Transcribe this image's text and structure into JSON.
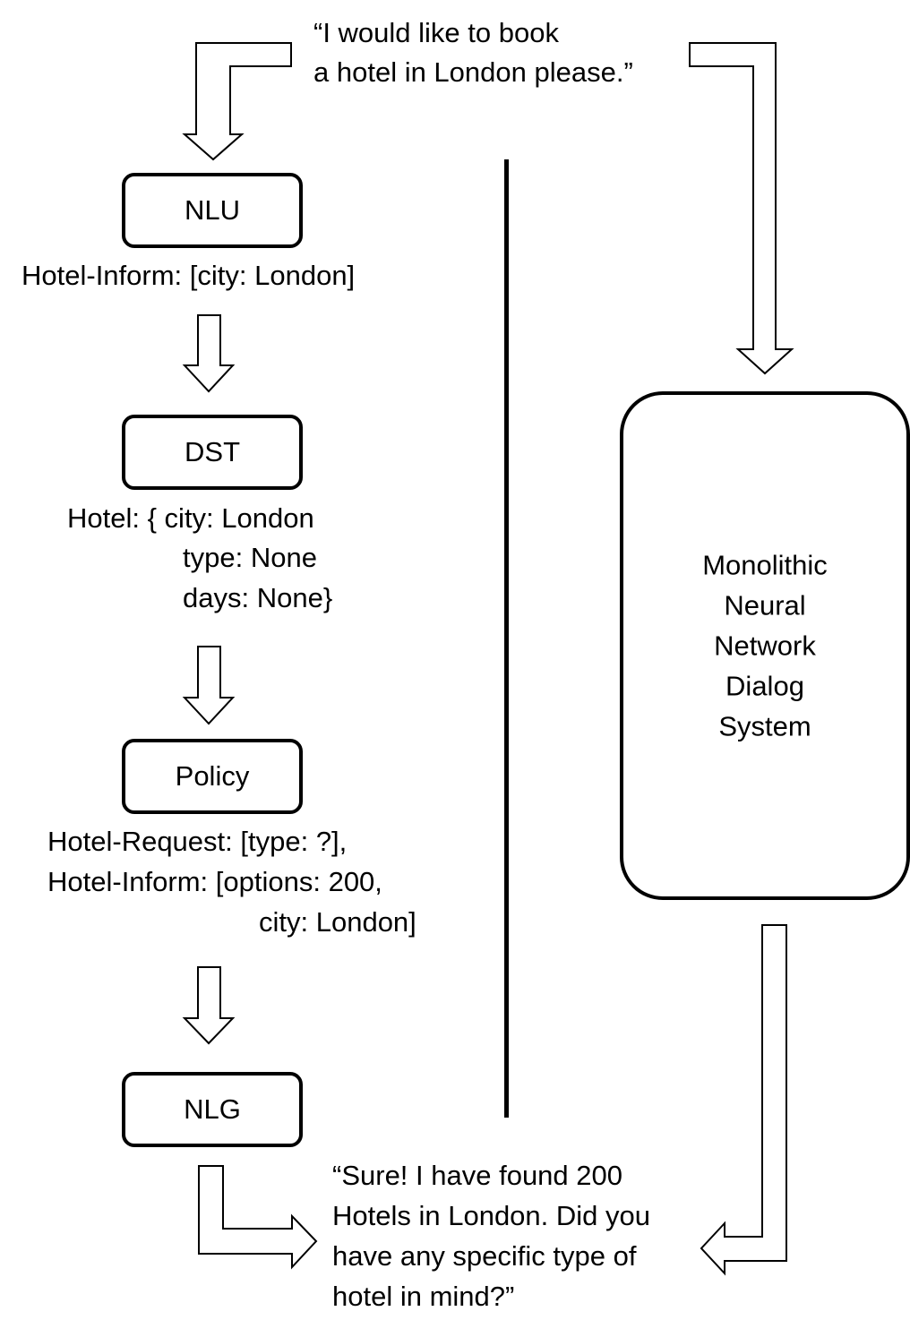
{
  "user_utterance": [
    "“I would like to book",
    "a hotel in London please.”"
  ],
  "pipeline": {
    "nlu": {
      "label": "NLU",
      "output": [
        "Hotel-Inform: [city: London]"
      ]
    },
    "dst": {
      "label": "DST",
      "output": [
        "Hotel: { city: London",
        "type: None",
        "days: None}"
      ]
    },
    "policy": {
      "label": "Policy",
      "output": [
        "Hotel-Request: [type: ?],",
        "Hotel-Inform: [options: 200,",
        "city: London]"
      ]
    },
    "nlg": {
      "label": "NLG"
    }
  },
  "monolithic": {
    "label_lines": [
      "Monolithic",
      "Neural",
      "Network",
      "Dialog",
      "System"
    ]
  },
  "system_response": [
    "“Sure! I have found 200",
    "Hotels in London. Did you",
    "have any specific type of",
    "hotel in mind?”"
  ]
}
